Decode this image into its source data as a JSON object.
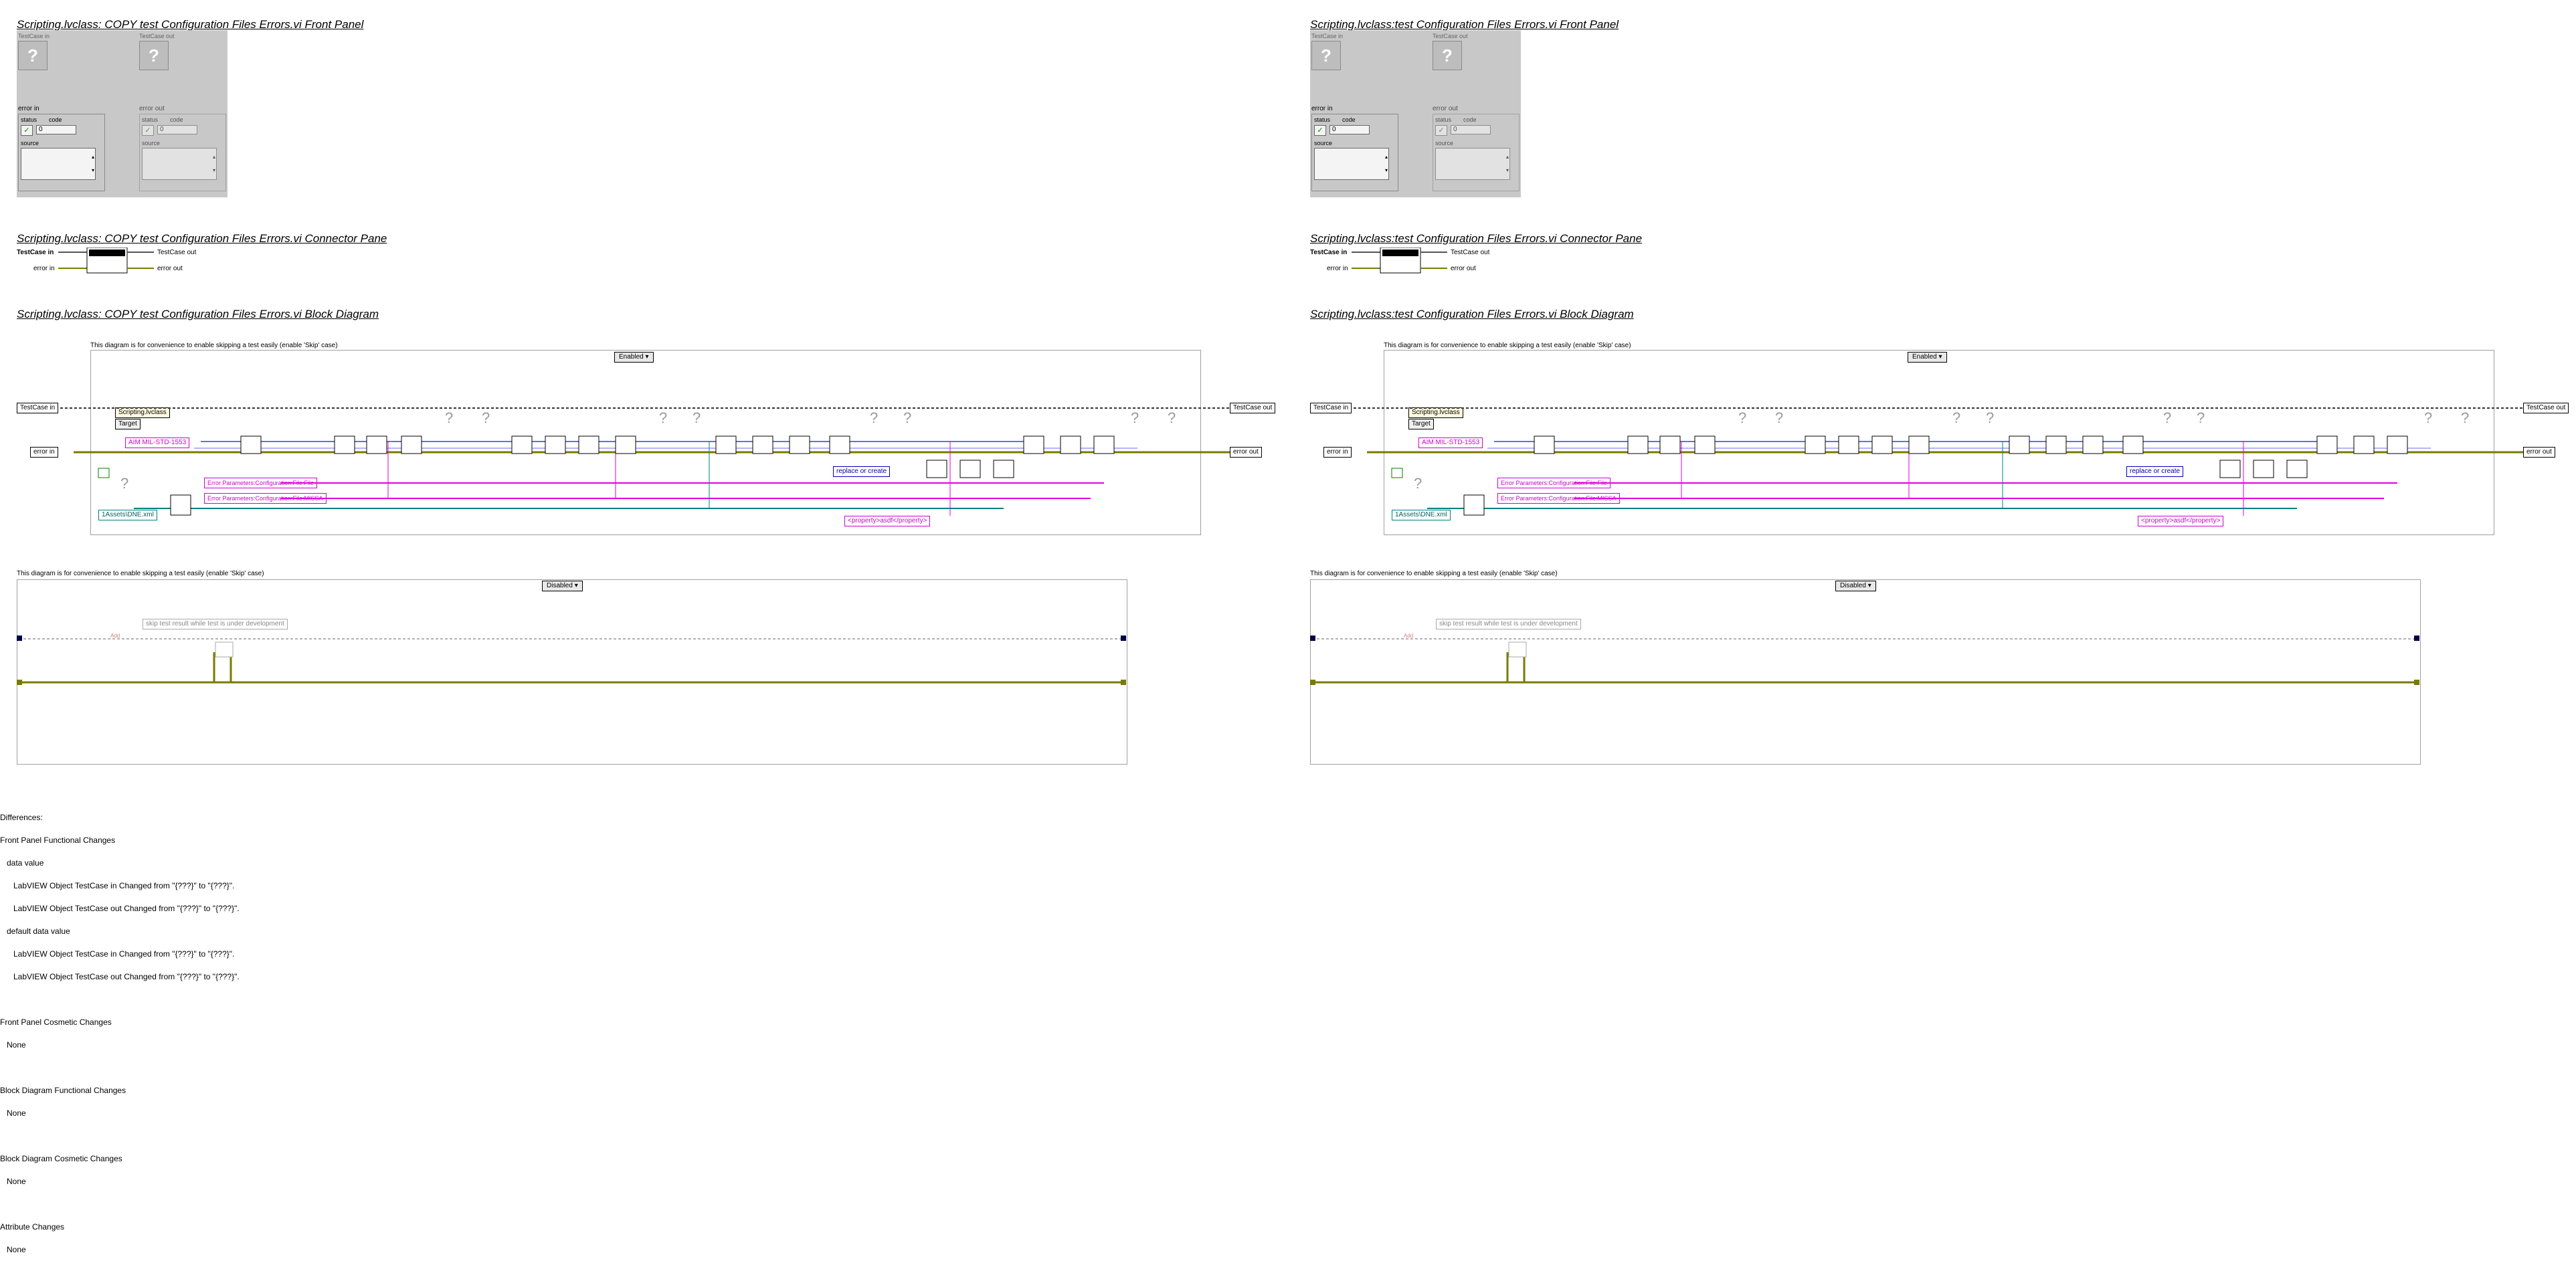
{
  "left": {
    "front_title": "Scripting.lvclass:  COPY  test Configuration Files Errors.vi Front Panel",
    "connector_title": "Scripting.lvclass:  COPY  test Configuration Files Errors.vi Connector Pane",
    "block_title": "Scripting.lvclass:  COPY  test Configuration Files Errors.vi Block Diagram"
  },
  "right": {
    "front_title": "Scripting.lvclass:test Configuration Files Errors.vi Front Panel",
    "connector_title": "Scripting.lvclass:test Configuration Files Errors.vi Connector Pane",
    "block_title": "Scripting.lvclass:test Configuration Files Errors.vi Block Diagram"
  },
  "front_panel": {
    "testcase_in": "TestCase in",
    "testcase_out": "TestCase out",
    "error_in": "error in",
    "error_out": "error out",
    "status": "status",
    "code": "code",
    "code_value": "0",
    "source": "source",
    "status_check": "✓"
  },
  "connector": {
    "testcase_in": "TestCase in",
    "testcase_out": "TestCase out",
    "error_in": "error in",
    "error_out": "error out"
  },
  "diagram": {
    "comment": "This diagram is for convenience to enable skipping a test easily (enable 'Skip' case)",
    "case_enabled": "Enabled",
    "case_disabled": "Disabled",
    "scripting_class": "Scripting.lvclass",
    "target": "Target",
    "mil_std": "AIM MIL-STD-1553",
    "assets": "1Assets\\DNE.xml",
    "replace": "replace or create",
    "error_params_1": "Error Parameters:Configuration:File:File",
    "error_params_2": "Error Parameters:Configuration:File:MISSA",
    "property": "<property>asdf</property>",
    "skip_note": "skip test result while test is under development",
    "add_label": "Add",
    "testcase_in": "TestCase in",
    "testcase_out": "TestCase out",
    "error_in": "error in",
    "error_out": "error out"
  },
  "differences": {
    "header": "Differences:",
    "lines": [
      "Front Panel Functional Changes",
      "   data value",
      "      LabVIEW Object TestCase in Changed from \"{???}\" to \"{???}\".",
      "      LabVIEW Object TestCase out Changed from \"{???}\" to \"{???}\".",
      "   default data value",
      "      LabVIEW Object TestCase in Changed from \"{???}\" to \"{???}\".",
      "      LabVIEW Object TestCase out Changed from \"{???}\" to \"{???}\".",
      "",
      "Front Panel Cosmetic Changes",
      "   None",
      "",
      "Block Diagram Functional Changes",
      "   None",
      "",
      "Block Diagram Cosmetic Changes",
      "   None",
      "",
      "Attribute Changes",
      "   None"
    ]
  },
  "colors": {
    "pink_wire": "#e000e0",
    "blue_wire": "#6a6aff",
    "olive_wire": "#7a7a00",
    "teal_wire": "#008080",
    "panel_bg": "#c8c8c8"
  }
}
